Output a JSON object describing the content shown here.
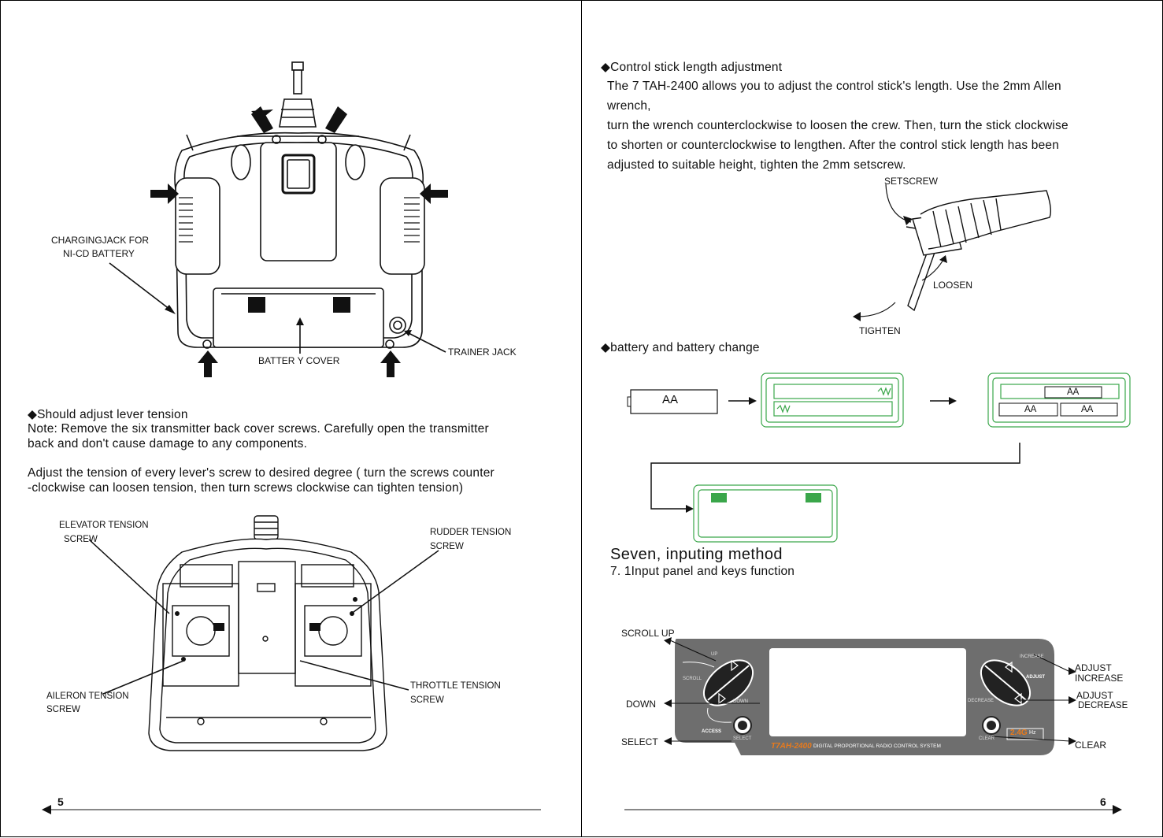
{
  "left_page": {
    "figure_back": {
      "charging_label_line1": "CHARGINGJACK FOR",
      "charging_label_line2": "NI-CD BATTERY",
      "battery_cover_label": "BATTER Y COVER",
      "trainer_label": "TRAINER  JACK"
    },
    "tension_section": {
      "heading": "◆Should adjust lever tension",
      "note_line1": "Note: Remove the six transmitter back cover screws. Carefully open the transmitter",
      "note_line2": " back and don't cause damage to any components.",
      "adjust_line1": "Adjust the tension of every lever's screw to desired degree ( turn the screws counter",
      "adjust_line2": "-clockwise can loosen tension, then turn screws clockwise can tighten tension)"
    },
    "figure_inside": {
      "elevator_line1": "ELEVATOR TENSION",
      "elevator_line2": "SCREW",
      "rudder_line1": "RUDDER TENSION",
      "rudder_line2": "SCREW",
      "aileron_line1": "AILERON TENSION",
      "aileron_line2": "SCREW",
      "throttle_line1": "THROTTLE TENSION",
      "throttle_line2": "SCREW"
    },
    "page_number": "5"
  },
  "right_page": {
    "stick_section": {
      "heading": "◆Control stick length adjustment",
      "line1": "The 7 TAH-2400 allows you to adjust the control stick's length. Use the 2mm Allen",
      "line2": " wrench,",
      "line3": "turn the wrench counterclockwise to loosen the crew. Then, turn the stick clockwise",
      "line4": " to shorten or counterclockwise to lengthen. After the control stick length has been",
      "line5": "adjusted to suitable height, tighten the 2mm setscrew.",
      "setscrew_label": "SETSCREW",
      "loosen_label": "LOOSEN",
      "tighten_label": "TIGHTEN"
    },
    "battery_section": {
      "heading": "◆battery and battery change",
      "cell_label": "AA",
      "cell_a": "AA",
      "cell_b": "AA",
      "cell_c": "AA"
    },
    "input_section": {
      "heading": "Seven, inputing method",
      "subheading": "7. 1Input panel and keys function",
      "callouts": {
        "scroll_up": "SCROLL  UP",
        "down": "DOWN",
        "select": "SELECT",
        "adjust_increase_1": "ADJUST",
        "adjust_increase_2": "INCREASE",
        "adjust_decrease_1": "ADJUST",
        "adjust_decrease_2": "DECREASE",
        "clear": "CLEAR"
      },
      "panel": {
        "up": "UP",
        "scroll": "SCROLL",
        "down": "DOWN",
        "access": "ACCESS",
        "select": "SELECT",
        "increase": "INCREASE",
        "adjust": "ADJUST",
        "decrease": "DECREASE",
        "clear": "CLEAR",
        "freq": "2.4G",
        "freq_unit": "Hz",
        "brand": "T7AH-2400",
        "system": "DIGITAL PROPORTIONAL RADIO CONTROL SYSTEM"
      }
    },
    "page_number": "6"
  },
  "colors": {
    "battery_green": "#3aa64a",
    "panel_grey": "#6e6e6e",
    "brand_orange": "#e87a1c"
  }
}
